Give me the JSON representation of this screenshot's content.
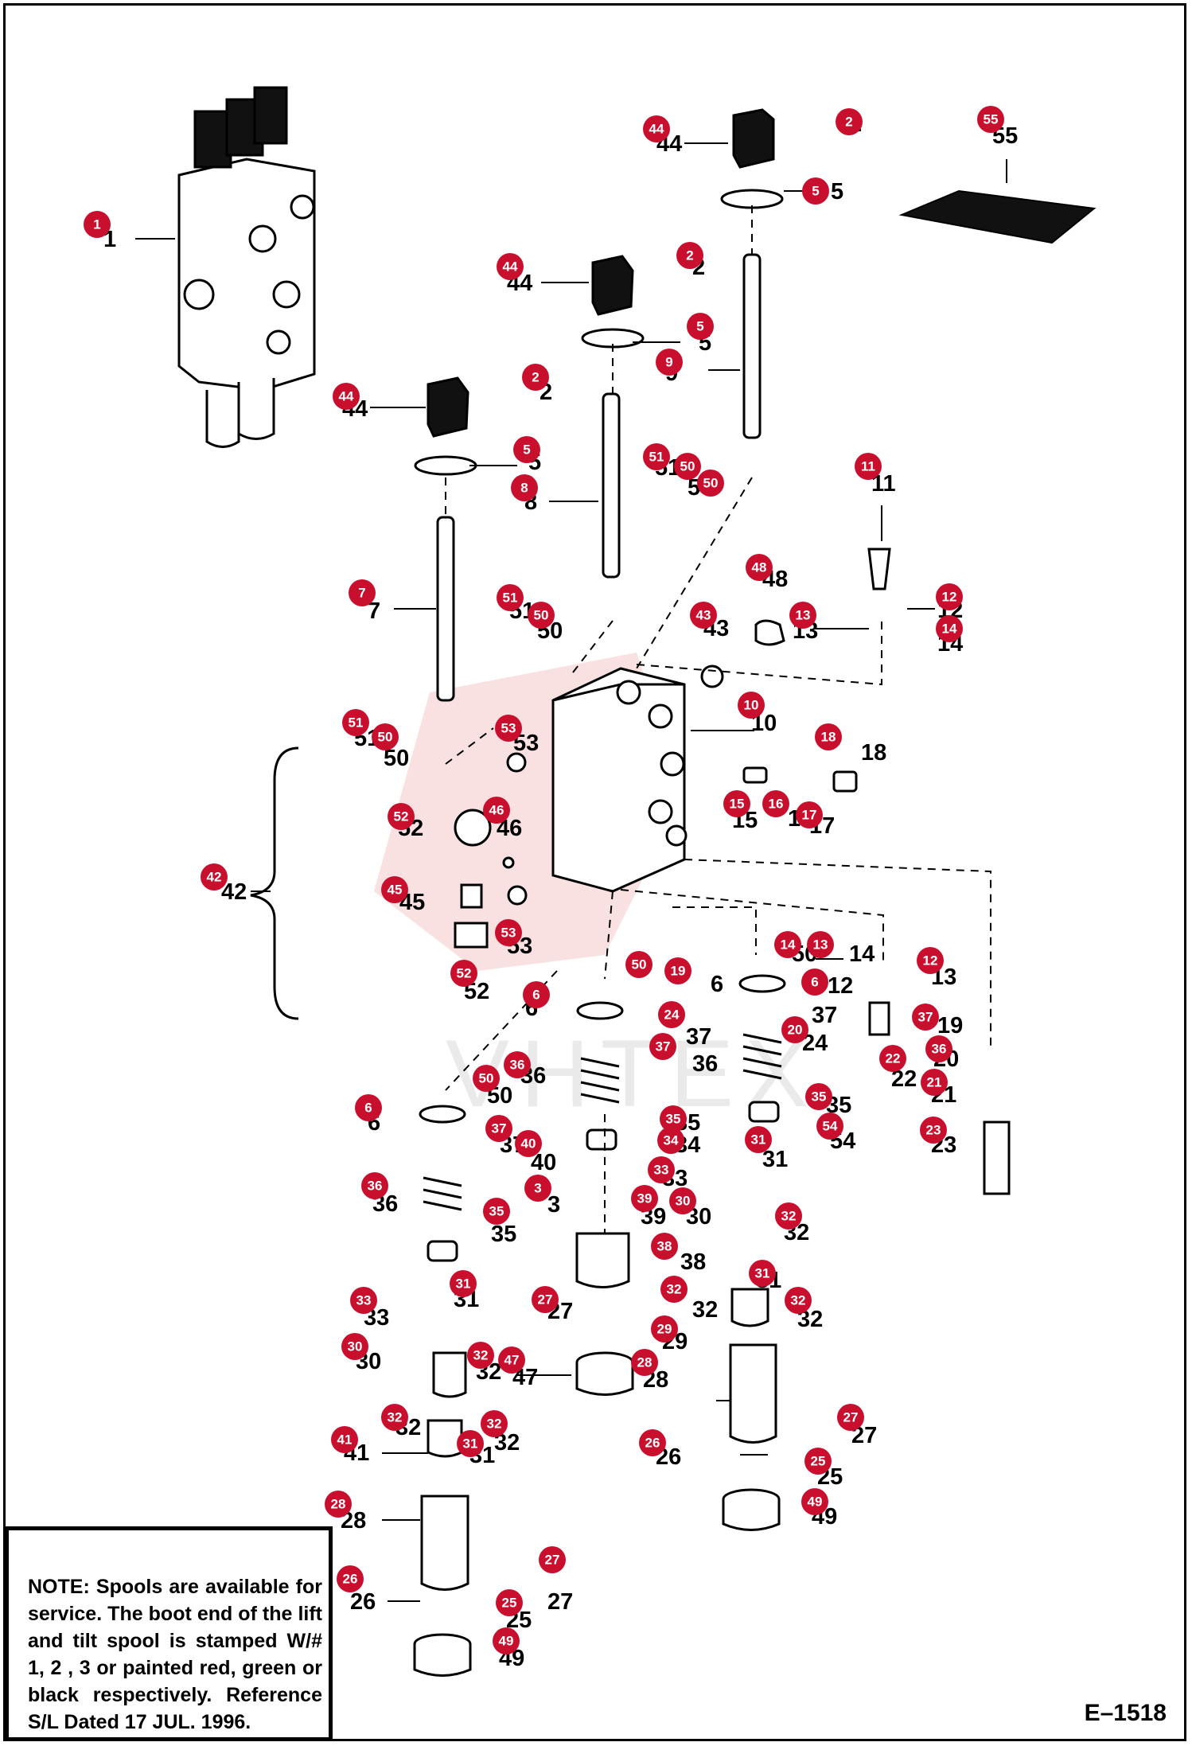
{
  "colors": {
    "badge_fill": "#c8102e",
    "badge_text": "#ffffff",
    "line": "#000000",
    "watermark": "#f2b8b8"
  },
  "watermark": {
    "text": "VHTEX"
  },
  "figure_id": "E–1518",
  "note": {
    "label": "NOTE:",
    "text": "Spools are available for service. The boot end of the lift and tilt spool is stamped W/# 1, 2 , 3 or painted red, green or black respectively. Reference S/L Dated 17 JUL. 1996."
  },
  "callouts": [
    "1",
    "44",
    "2",
    "5",
    "55",
    "44",
    "2",
    "5",
    "9",
    "44",
    "2",
    "5",
    "8",
    "51",
    "50",
    "50",
    "11",
    "7",
    "51",
    "50",
    "48",
    "12",
    "13",
    "14",
    "43",
    "51",
    "50",
    "10",
    "53",
    "18",
    "15",
    "16",
    "17",
    "52",
    "46",
    "42",
    "45",
    "53",
    "52",
    "50",
    "14",
    "13",
    "12",
    "6",
    "6",
    "19",
    "37",
    "24",
    "20",
    "36",
    "37",
    "22",
    "21",
    "50",
    "36",
    "35",
    "6",
    "54",
    "23",
    "35",
    "37",
    "40",
    "34",
    "31",
    "36",
    "33",
    "3",
    "39",
    "30",
    "32",
    "35",
    "38",
    "31",
    "32",
    "27",
    "32",
    "33",
    "31",
    "29",
    "30",
    "32",
    "47",
    "28",
    "32",
    "32",
    "27",
    "41",
    "31",
    "26",
    "25",
    "28",
    "49",
    "27",
    "26",
    "25",
    "49"
  ]
}
